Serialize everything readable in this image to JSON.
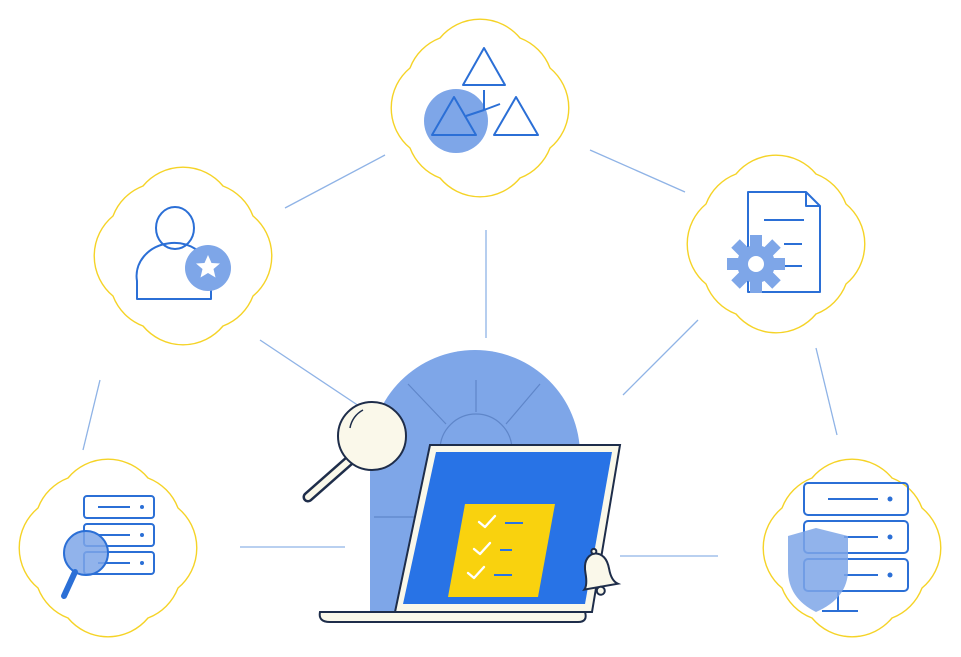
{
  "colors": {
    "cloud_outline": "#F5D327",
    "connector": "#8FB3E6",
    "line_blue": "#2B6FD6",
    "fill_blue": "#7EA6E8",
    "screen_blue": "#2873E6",
    "dark_navy": "#1E2D4A",
    "cream": "#FAF8EA",
    "checklist_yellow": "#F9D20E",
    "background": "#FFFFFF"
  },
  "nodes": [
    {
      "id": "hierarchy",
      "icon": "hierarchy-triangles-icon"
    },
    {
      "id": "user",
      "icon": "user-star-icon"
    },
    {
      "id": "document-settings",
      "icon": "document-gear-icon"
    },
    {
      "id": "server-search",
      "icon": "server-magnifier-icon"
    },
    {
      "id": "server-security",
      "icon": "server-shield-icon"
    }
  ],
  "center": {
    "icon": "laptop-checklist-icon",
    "accessories": [
      "magnifier-icon",
      "bell-icon"
    ]
  }
}
